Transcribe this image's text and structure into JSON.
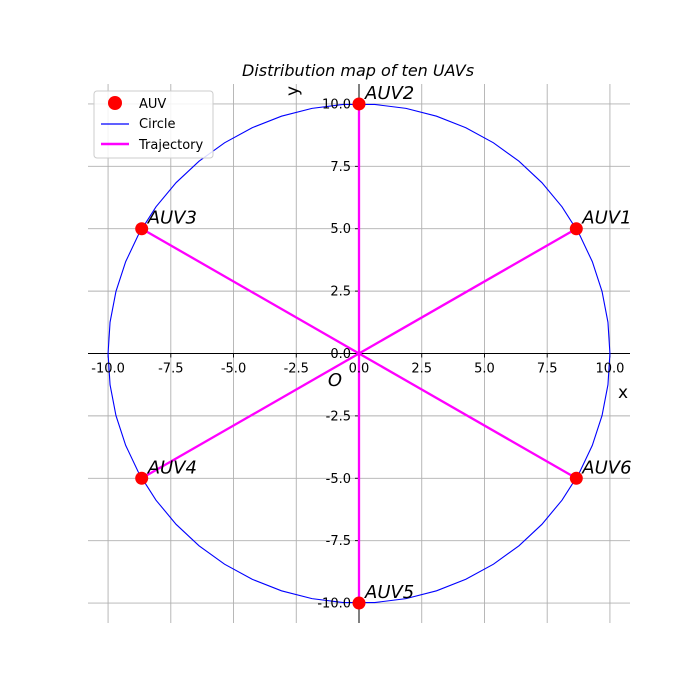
{
  "chart_data": {
    "type": "scatter",
    "title": "Distribution map of ten UAVs",
    "xlabel": "x",
    "ylabel": "y",
    "origin_label": "O",
    "xlim": [
      -10.8,
      10.8
    ],
    "ylim": [
      -10.8,
      10.8
    ],
    "xticks": [
      -10.0,
      -7.5,
      -5.0,
      -2.5,
      0.0,
      2.5,
      5.0,
      7.5,
      10.0
    ],
    "yticks": [
      -10.0,
      -7.5,
      -5.0,
      -2.5,
      0.0,
      2.5,
      5.0,
      7.5,
      10.0
    ],
    "grid": true,
    "legend_position": "top-left",
    "circle": {
      "name": "Circle",
      "center": [
        0,
        0
      ],
      "radius": 10,
      "color": "#0000ff"
    },
    "auv_series": {
      "name": "AUV",
      "color": "#ff0000",
      "points": [
        {
          "label": "AUV1",
          "x": 8.66,
          "y": 5.0
        },
        {
          "label": "AUV2",
          "x": 0.0,
          "y": 10.0
        },
        {
          "label": "AUV3",
          "x": -8.66,
          "y": 5.0
        },
        {
          "label": "AUV4",
          "x": -8.66,
          "y": -5.0
        },
        {
          "label": "AUV5",
          "x": 0.0,
          "y": -10.0
        },
        {
          "label": "AUV6",
          "x": 8.66,
          "y": -5.0
        }
      ]
    },
    "trajectory": {
      "name": "Trajectory",
      "color": "#ff00ff",
      "from": [
        0,
        0
      ]
    }
  }
}
